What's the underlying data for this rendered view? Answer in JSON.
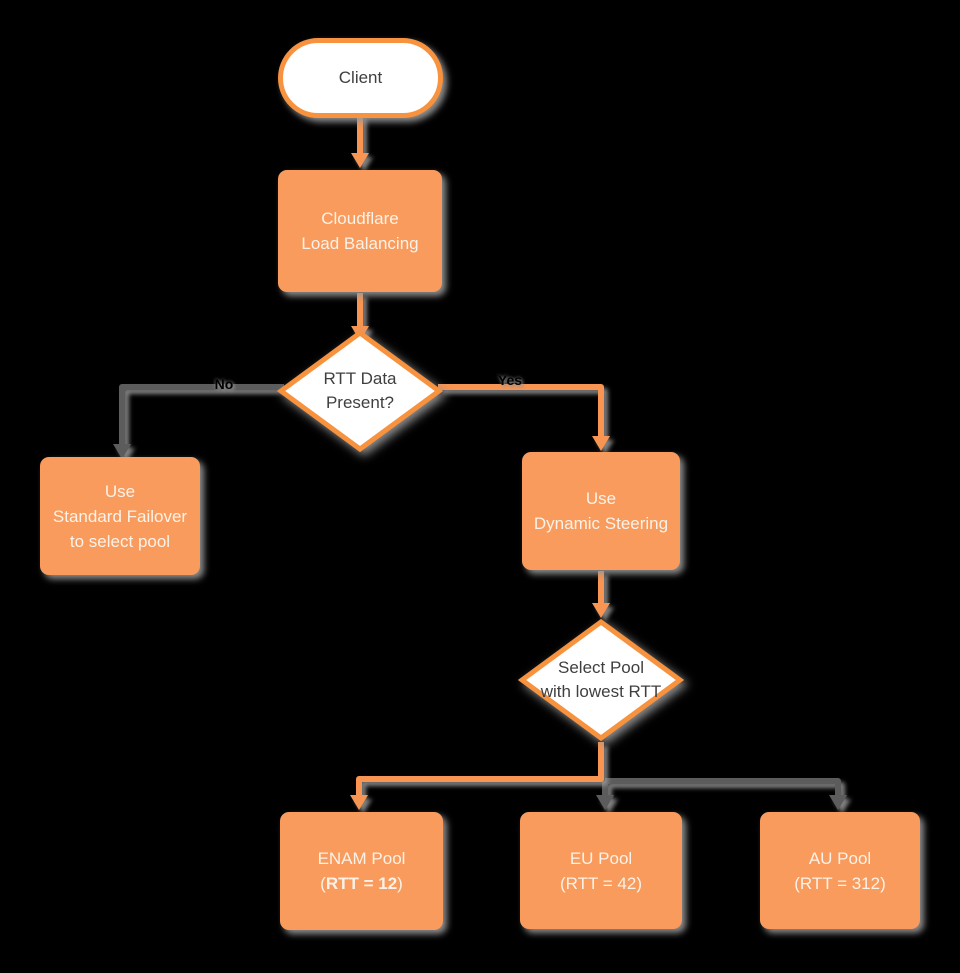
{
  "colors": {
    "background": "#000000",
    "shape_fill_orange": "#F89B5C",
    "shape_stroke_orange": "#F7923F",
    "connector_orange": "#F89552",
    "connector_gray": "#5C5C5C",
    "shadow_gray": "#969696",
    "dark_text": "#3F3F3F",
    "light_text": "#FCF2E8"
  },
  "nodes": {
    "client": {
      "label": "Client"
    },
    "load_balancer": {
      "line1": "Cloudflare",
      "line2": "Load Balancing"
    },
    "rtt_decision": {
      "line1": "RTT Data",
      "line2": "Present?"
    },
    "standard_failover": {
      "line1": "Use",
      "line2": "Standard Failover",
      "line3": "to select pool"
    },
    "dynamic_steering": {
      "line1": "Use",
      "line2": "Dynamic Steering"
    },
    "select_pool": {
      "line1": "Select Pool",
      "line2": "with lowest RTT"
    },
    "enam_pool": {
      "line1": "ENAM Pool",
      "line2_prefix": "(",
      "line2_bold": "RTT = 12",
      "line2_suffix": ")"
    },
    "eu_pool": {
      "line1": "EU Pool",
      "line2": "(RTT = 42)"
    },
    "au_pool": {
      "line1": "AU Pool",
      "line2": "(RTT = 312)"
    }
  },
  "edges": {
    "no_label": "No",
    "yes_label": "Yes"
  }
}
